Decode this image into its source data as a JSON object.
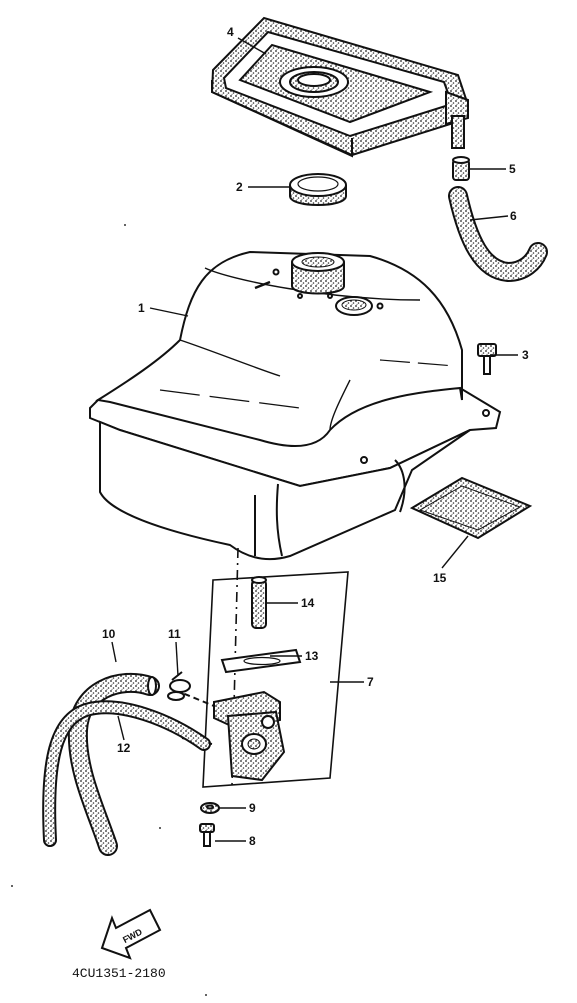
{
  "diagram": {
    "callouts": [
      {
        "id": "1",
        "label": "1"
      },
      {
        "id": "2",
        "label": "2"
      },
      {
        "id": "3",
        "label": "3"
      },
      {
        "id": "4",
        "label": "4"
      },
      {
        "id": "5",
        "label": "5"
      },
      {
        "id": "6",
        "label": "6"
      },
      {
        "id": "7",
        "label": "7"
      },
      {
        "id": "8",
        "label": "8"
      },
      {
        "id": "9",
        "label": "9"
      },
      {
        "id": "10",
        "label": "10"
      },
      {
        "id": "11",
        "label": "11"
      },
      {
        "id": "12",
        "label": "12"
      },
      {
        "id": "13",
        "label": "13"
      },
      {
        "id": "14",
        "label": "14"
      },
      {
        "id": "15",
        "label": "15"
      }
    ],
    "fwd_label": "FWD",
    "figure_code": "4CU1351-2180",
    "colors": {
      "ink": "#111111",
      "paper": "#ffffff",
      "stipple": "#555555"
    }
  }
}
